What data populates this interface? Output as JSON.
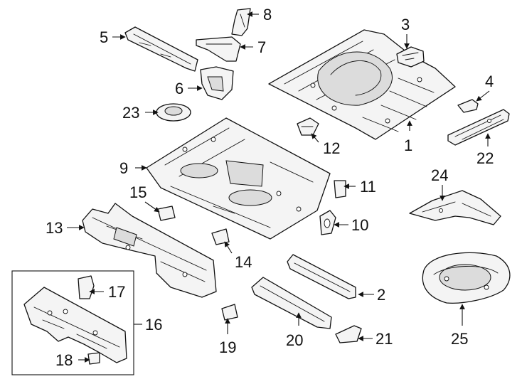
{
  "callouts": {
    "c1": "1",
    "c2": "2",
    "c3": "3",
    "c4": "4",
    "c5": "5",
    "c6": "6",
    "c7": "7",
    "c8": "8",
    "c9": "9",
    "c10": "10",
    "c11": "11",
    "c12": "12",
    "c13": "13",
    "c14": "14",
    "c15": "15",
    "c16": "16",
    "c17": "17",
    "c18": "18",
    "c19": "19",
    "c20": "20",
    "c21": "21",
    "c22": "22",
    "c23": "23",
    "c24": "24",
    "c25": "25"
  },
  "colors": {
    "line": "#111111",
    "part_fill": "#f4f4f4",
    "background": "#ffffff"
  },
  "marker": "arrow-head"
}
